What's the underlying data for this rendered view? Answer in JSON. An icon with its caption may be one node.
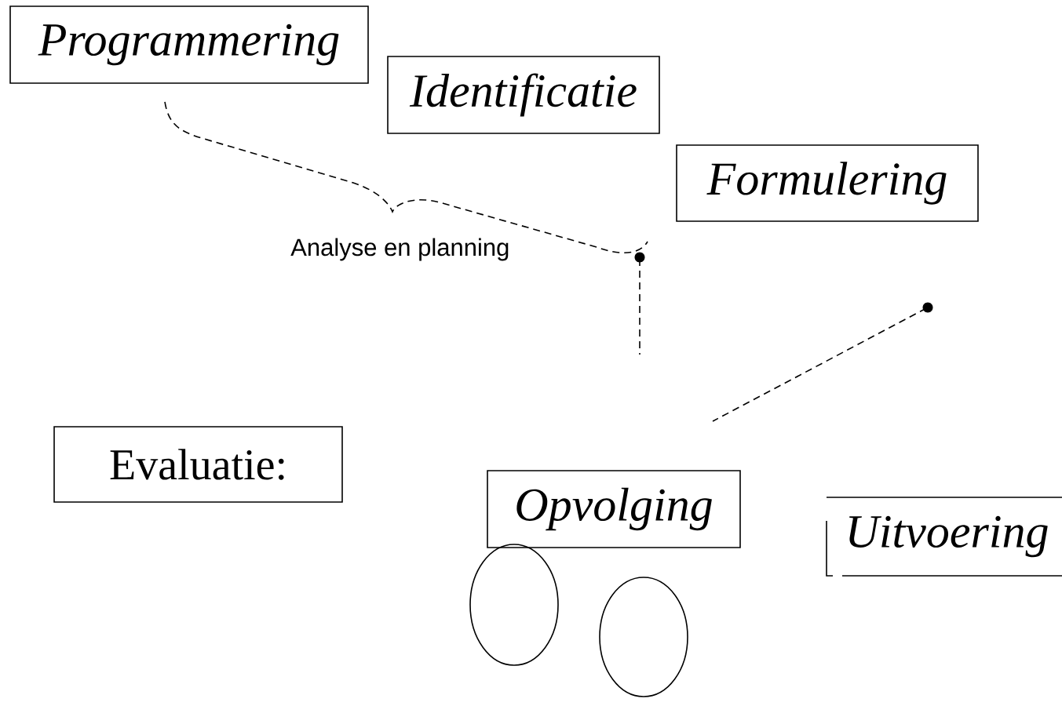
{
  "diagram": {
    "nodes": [
      {
        "text": [
          "Programmering"
        ]
      },
      {
        "text": [
          "Identificatie"
        ]
      },
      {
        "text": [
          "Formulering"
        ]
      },
      {
        "text": [
          "Evaluatie:"
        ]
      },
      {
        "text": [
          "Opvolging"
        ]
      },
      {
        "text": [
          "Uitvoering"
        ]
      },
      {
        "text": [],
        "shape": "ellipse"
      },
      {
        "text": [],
        "shape": "ellipse"
      }
    ],
    "labels": [
      "Analyse en planning"
    ]
  }
}
